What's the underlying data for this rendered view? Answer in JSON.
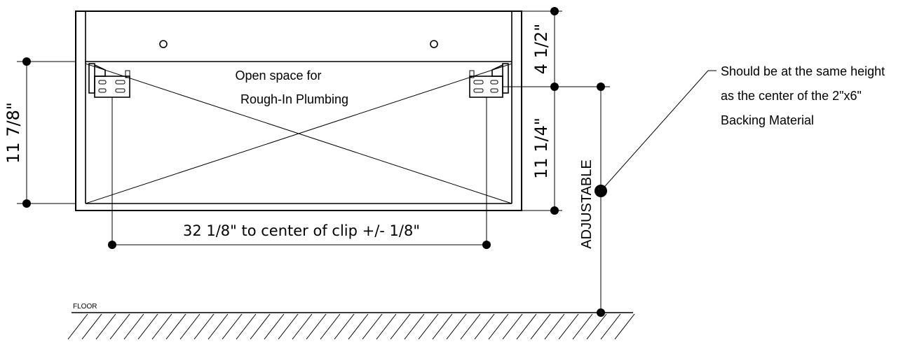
{
  "dimensions": {
    "left_height": "11 7/8\"",
    "top_gap": "4 1/2\"",
    "right_height": "11 1/4\"",
    "clip_spacing": "32 1/8\" to center of clip +/- 1/8\"",
    "adjustable": "ADJUSTABLE"
  },
  "labels": {
    "open_space_line1": "Open space for",
    "open_space_line2": "Rough-In Plumbing",
    "floor": "FLOOR"
  },
  "note": {
    "line1": "Should be at the same height",
    "line2": "as the center of the 2\"x6\"",
    "line3": "Backing Material"
  }
}
